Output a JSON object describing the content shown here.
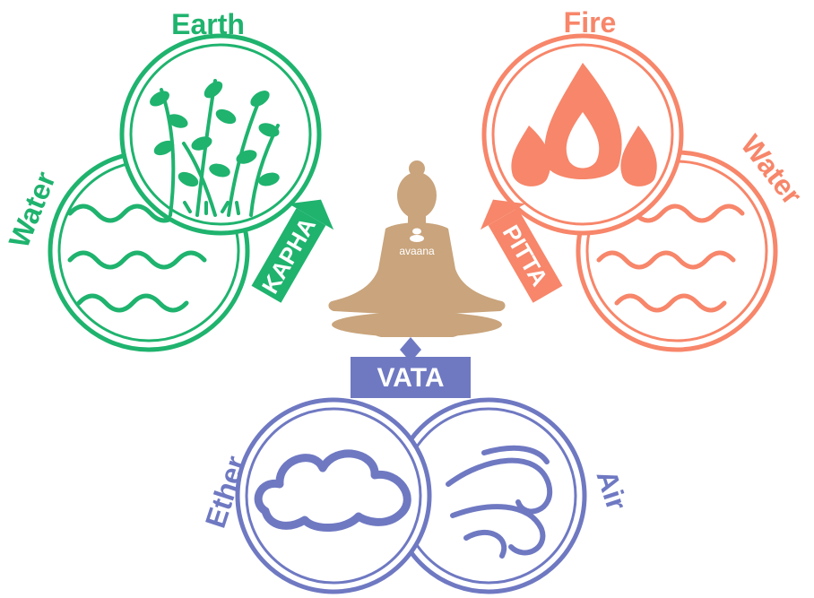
{
  "doshas": {
    "kapha": {
      "label": "KAPHA",
      "color": "#1fb36e",
      "elements": [
        "Earth",
        "Water"
      ],
      "icons": [
        "plant-icon",
        "waves-icon"
      ]
    },
    "pitta": {
      "label": "PITTA",
      "color": "#f7866a",
      "elements": [
        "Fire",
        "Water"
      ],
      "icons": [
        "flame-icon",
        "waves-icon"
      ]
    },
    "vata": {
      "label": "VATA",
      "color": "#6f79c2",
      "elements": [
        "Ether",
        "Air"
      ],
      "icons": [
        "cloud-icon",
        "wind-icon"
      ]
    }
  },
  "center": {
    "logo_text": "avaana",
    "figure_color": "#c9a47c",
    "icon": "meditating-person-icon"
  }
}
